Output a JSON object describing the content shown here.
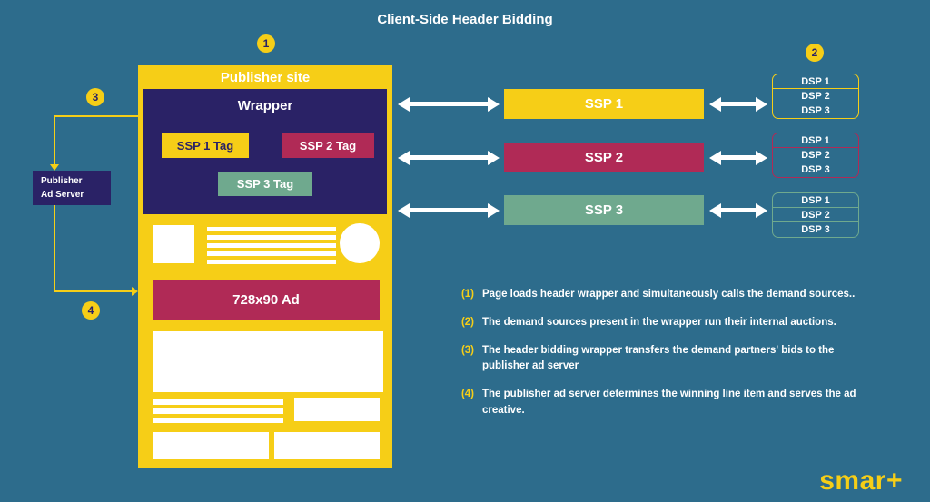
{
  "colors": {
    "background": "#2d6c8c",
    "yellow": "#f6ce17",
    "navy": "#2a2266",
    "crimson": "#b02a56",
    "green": "#6fa98e"
  },
  "title": "Client-Side Header Bidding",
  "badges": [
    "1",
    "2",
    "3",
    "4"
  ],
  "publisher_site": {
    "label": "Publisher site",
    "wrapper": {
      "label": "Wrapper",
      "tags": [
        {
          "label": "SSP 1 Tag"
        },
        {
          "label": "SSP 2 Tag"
        },
        {
          "label": "SSP 3 Tag"
        }
      ]
    },
    "ad_label": "728x90 Ad"
  },
  "ad_server": {
    "line1": "Publisher",
    "line2": "Ad Server"
  },
  "ssps": [
    {
      "label": "SSP 1"
    },
    {
      "label": "SSP 2"
    },
    {
      "label": "SSP 3"
    }
  ],
  "dsp_groups": [
    {
      "items": [
        "DSP 1",
        "DSP 2",
        "DSP 3"
      ]
    },
    {
      "items": [
        "DSP 1",
        "DSP 2",
        "DSP 3"
      ]
    },
    {
      "items": [
        "DSP 1",
        "DSP 2",
        "DSP 3"
      ]
    }
  ],
  "annotations": [
    {
      "num": "(1)",
      "text": "Page loads header wrapper and simultaneously calls the demand sources.."
    },
    {
      "num": "(2)",
      "text": "The demand sources present in the wrapper run their internal auctions."
    },
    {
      "num": "(3)",
      "text": "The header bidding wrapper transfers the demand partners' bids to the publisher ad server"
    },
    {
      "num": "(4)",
      "text": "The publisher ad server determines the winning line item and serves the ad creative."
    }
  ],
  "logo": "smar+"
}
